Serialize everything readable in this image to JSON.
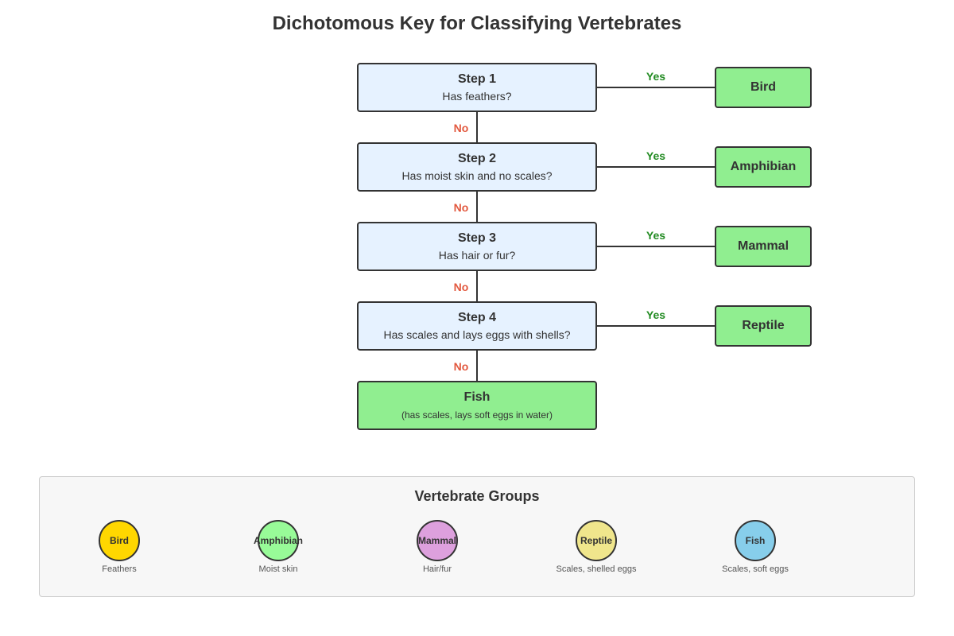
{
  "title": "Dichotomous Key for Classifying Vertebrates",
  "steps": [
    {
      "label": "Step 1",
      "question": "Has feathers?",
      "yes_result": "Bird"
    },
    {
      "label": "Step 2",
      "question": "Has moist skin and no scales?",
      "yes_result": "Amphibian"
    },
    {
      "label": "Step 3",
      "question": "Has hair or fur?",
      "yes_result": "Mammal"
    },
    {
      "label": "Step 4",
      "question": "Has scales and lays eggs with shells?",
      "yes_result": "Reptile"
    }
  ],
  "yes_label": "Yes",
  "no_label": "No",
  "final": {
    "name": "Fish",
    "description": "(has scales, lays soft eggs in water)"
  },
  "legend": {
    "title": "Vertebrate Groups",
    "groups": [
      {
        "name": "Bird",
        "trait": "Feathers",
        "color": "#ffd700"
      },
      {
        "name": "Amphibian",
        "trait": "Moist skin",
        "color": "#98fb98"
      },
      {
        "name": "Mammal",
        "trait": "Hair/fur",
        "color": "#dda0dd"
      },
      {
        "name": "Reptile",
        "trait": "Scales, shelled eggs",
        "color": "#f0e68c"
      },
      {
        "name": "Fish",
        "trait": "Scales, soft eggs",
        "color": "#87ceeb"
      }
    ]
  },
  "colors": {
    "step_fill": "#e6f2ff",
    "result_fill": "#90ee90",
    "yes_text": "#228b22",
    "no_text": "#e2583e",
    "stroke": "#333333"
  }
}
